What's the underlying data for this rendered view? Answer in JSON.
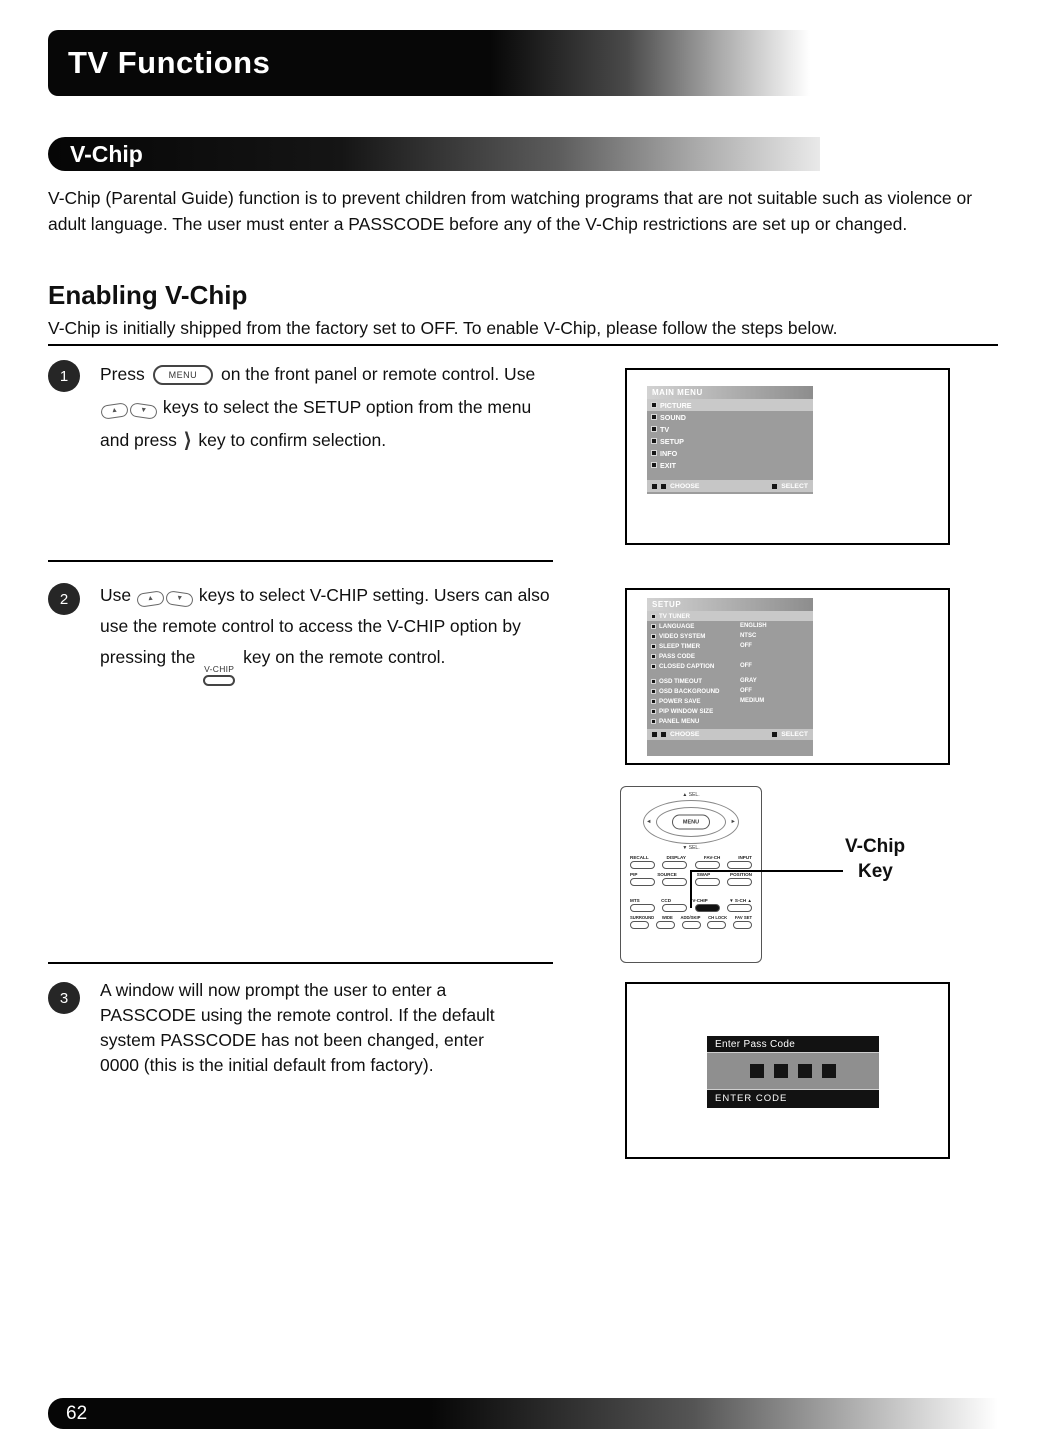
{
  "header": {
    "title": "TV Functions",
    "section": "V-Chip"
  },
  "intro": "V-Chip (Parental Guide) function is to prevent children from watching programs that are not suitable such as violence or adult language. The user must enter a PASSCODE before any of the V-Chip restrictions are set up or changed.",
  "enabling": {
    "heading": "Enabling V-Chip",
    "intro": "V-Chip is initially shipped from the factory set to OFF. To enable V-Chip, please follow the steps below."
  },
  "steps": {
    "one": {
      "number": "1",
      "t1": "Press",
      "menu_label": "MENU",
      "t2": "on the front panel or remote control. Use",
      "key_up": "▲",
      "key_down": "▼",
      "t3": "keys to select the SETUP option from the menu and press",
      "arrow_key": "⟩",
      "t4": "key to confirm selection."
    },
    "two": {
      "number": "2",
      "t1": "Use",
      "key_up": "▲",
      "key_down": "▼",
      "t2": "keys to select V-CHIP setting. Users can also use the remote control to access the V-CHIP option by pressing the",
      "vchip_label": "V-CHIP",
      "t3": "key on the remote control."
    },
    "three": {
      "number": "3",
      "text": "A window will now prompt the user to enter a PASSCODE using the remote control. If the default system PASSCODE has not been changed, enter 0000 (this is the initial default from factory)."
    }
  },
  "main_menu": {
    "title": "MAIN MENU",
    "items": [
      "PICTURE",
      "SOUND",
      "TV",
      "SETUP",
      "INFO",
      "EXIT"
    ],
    "choose": "CHOOSE",
    "select": "SELECT"
  },
  "setup_menu": {
    "title": "SETUP",
    "items": [
      {
        "label": "TV TUNER",
        "value": ""
      },
      {
        "label": "LANGUAGE",
        "value": "ENGLISH"
      },
      {
        "label": "VIDEO SYSTEM",
        "value": "NTSC"
      },
      {
        "label": "SLEEP TIMER",
        "value": "OFF"
      },
      {
        "label": "PASS CODE",
        "value": ""
      },
      {
        "label": "CLOSED CAPTION",
        "value": "OFF"
      }
    ],
    "items2": [
      {
        "label": "OSD TIMEOUT",
        "value": "GRAY"
      },
      {
        "label": "OSD BACKGROUND",
        "value": "OFF"
      },
      {
        "label": "POWER SAVE",
        "value": "MEDIUM"
      },
      {
        "label": "PIP WINDOW SIZE",
        "value": ""
      },
      {
        "label": "PANEL MENU",
        "value": ""
      }
    ],
    "choose": "CHOOSE",
    "select": "SELECT"
  },
  "remote": {
    "sel_up": "▲ SEL.",
    "sel_down": "▼ SEL.",
    "menu": "MENU",
    "arrow_left": "◄",
    "arrow_right": "►",
    "row1_labels": [
      "RECALL",
      "DISPLAY",
      "FAV-CH",
      "INPUT"
    ],
    "row2_labels": [
      "PIP",
      "SOURCE",
      "SWAP",
      "POSITION"
    ],
    "row3_labels": [
      "MTS",
      "CCD",
      "V-CHIP",
      "▼ S-CH ▲"
    ],
    "row4_labels": [
      "SURROUND",
      "WIDE",
      "ADD/SKIP",
      "CH LOCK",
      "FAV SET"
    ],
    "callout_line1": "V-Chip",
    "callout_line2": "Key"
  },
  "passcode": {
    "title": "Enter Pass Code",
    "footer": "ENTER CODE"
  },
  "footer": {
    "page_number": "62"
  }
}
